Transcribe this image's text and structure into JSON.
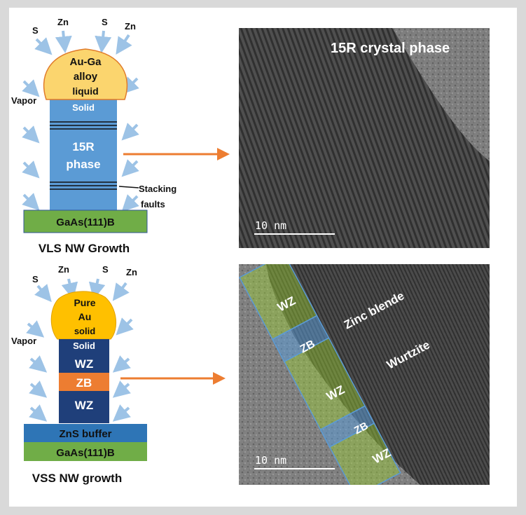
{
  "top_panel": {
    "vapor_species": [
      "S",
      "Zn",
      "S",
      "Zn"
    ],
    "droplet_label_lines": [
      "Au-Ga",
      "alloy",
      "liquid"
    ],
    "vapor_label": "Vapor",
    "solid_label": "Solid",
    "phase_label_lines": [
      "15R",
      "phase"
    ],
    "stacking_label_lines": [
      "Stacking",
      "faults"
    ],
    "substrate_label": "GaAs(111)B",
    "caption": "VLS NW Growth",
    "tem_title": "15R crystal phase",
    "scale_bar": "10 nm",
    "colors": {
      "droplet": "#fbd56e",
      "nanowire": "#5b9bd5",
      "substrate": "#70ad47",
      "arrow": "#ed7d31"
    }
  },
  "bottom_panel": {
    "vapor_species": [
      "S",
      "Zn",
      "S",
      "Zn"
    ],
    "droplet_label_lines": [
      "Pure",
      "Au",
      "solid"
    ],
    "vapor_label": "Vapor",
    "solid_label": "Solid",
    "segments": [
      "WZ",
      "ZB",
      "WZ"
    ],
    "buffer_label": "ZnS buffer",
    "substrate_label": "GaAs(111)B",
    "caption": "VSS NW growth",
    "tem_labels": [
      "Zinc blende",
      "Wurtzite"
    ],
    "tem_segments": [
      "WZ",
      "ZB",
      "WZ",
      "ZB",
      "WZ"
    ],
    "scale_bar": "10 nm",
    "colors": {
      "droplet": "#ffc000",
      "wire": "#1f3f7a",
      "zb": "#ed7d31",
      "buffer": "#2e75b6",
      "substrate": "#70ad47"
    }
  }
}
